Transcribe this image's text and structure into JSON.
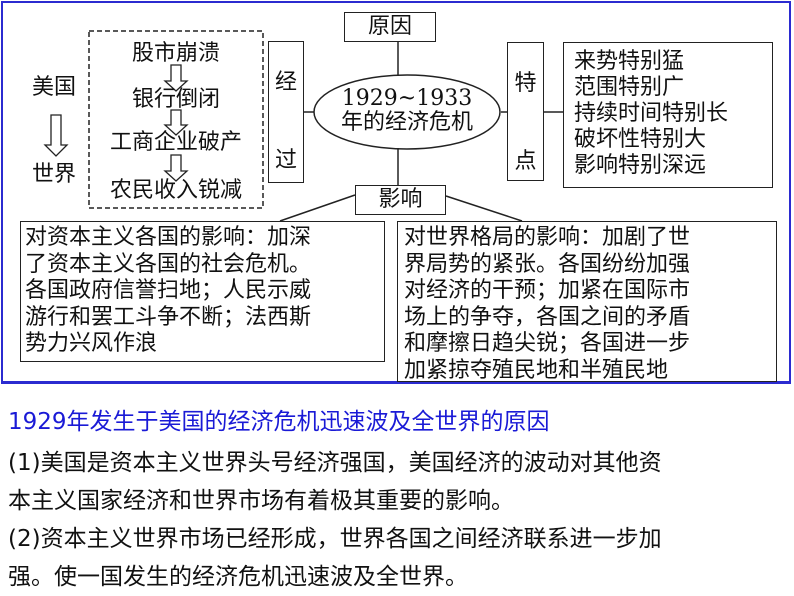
{
  "diagram": {
    "center": {
      "line1": "1929~1933",
      "line2": "年的经济危机"
    },
    "cause_label": "原因",
    "process_label": [
      "经",
      "过"
    ],
    "features_label": [
      "特",
      "点"
    ],
    "impact_label": "影响",
    "spread": {
      "from": "美国",
      "to": "世界"
    },
    "process_steps": [
      "股市崩溃",
      "银行倒闭",
      "工商企业破产",
      "农民收入锐减"
    ],
    "features": [
      "来势特别猛",
      "范围特别广",
      "持续时间特别长",
      "破坏性特别大",
      "影响特别深远"
    ],
    "impact_capitalist": [
      "对资本主义各国的影响：加深",
      "了资本主义各国的社会危机。",
      "各国政府信誉扫地；人民示威",
      "游行和罢工斗争不断；法西斯",
      "势力兴风作浪"
    ],
    "impact_world": [
      "对世界格局的影响：加剧了世",
      "界局势的紧张。各国纷纷加强",
      "对经济的干预；加紧在国际市",
      "场上的争夺，各国之间的矛盾",
      "和摩擦日趋尖锐；各国进一步",
      "加紧掠夺殖民地和半殖民地"
    ]
  },
  "explanation": {
    "title": "1929年发生于美国的经济危机迅速波及全世界的原因",
    "lines": [
      "(1)美国是资本主义世界头号经济强国，美国经济的波动对其他资",
      "本主义国家经济和世界市场有着极其重要的影响。",
      "(2)资本主义世界市场已经形成，世界各国之间经济联系进一步加",
      "强。使一国发生的经济危机迅速波及全世界。"
    ]
  },
  "colors": {
    "frame": "#2b2bd0",
    "title": "#1a1ad6",
    "text": "#111111"
  }
}
